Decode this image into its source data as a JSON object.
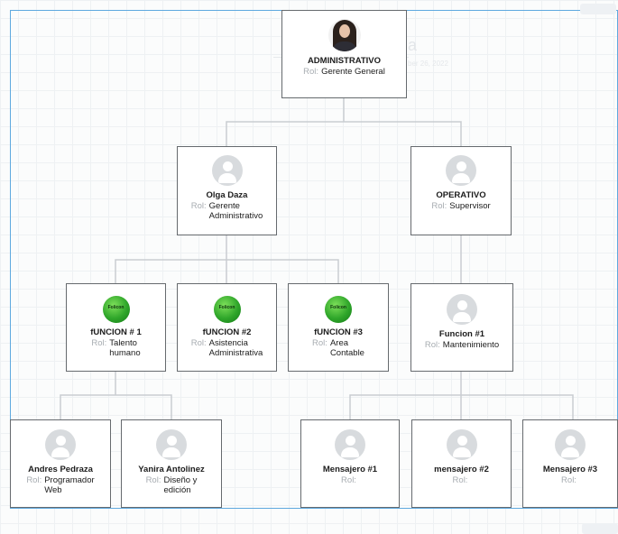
{
  "role_key": "Rol:",
  "ghost": {
    "name": "a",
    "date": "ber 26, 2022"
  },
  "logo_text": "Folicon",
  "nodes": {
    "admin": {
      "title": "ADMINISTRATIVO",
      "role": "Gerente General"
    },
    "olga": {
      "title": "Olga Daza",
      "role": "Gerente\nAdministrativo"
    },
    "oper": {
      "title": "OPERATIVO",
      "role": "Supervisor"
    },
    "f1": {
      "title": "fUNCION # 1",
      "role": "Talento\nhumano"
    },
    "f2": {
      "title": "fUNCION #2",
      "role": "Asistencia\nAdministrativa"
    },
    "f3": {
      "title": "fUNCION #3",
      "role": "Area\nContable"
    },
    "fo1": {
      "title": "Funcion #1",
      "role": "Mantenimiento"
    },
    "andres": {
      "title": "Andres  Pedraza",
      "role": "Programador\nWeb"
    },
    "yanira": {
      "title": "Yanira Antolinez",
      "role": "Diseño y\nedición"
    },
    "m1": {
      "title": "Mensajero #1",
      "role": ""
    },
    "m2": {
      "title": "mensajero #2",
      "role": ""
    },
    "m3": {
      "title": "Mensajero #3",
      "role": ""
    }
  },
  "colors": {
    "frame": "#5fa9df",
    "logo": "#2fa62a",
    "connector": "#c9cdd1"
  }
}
